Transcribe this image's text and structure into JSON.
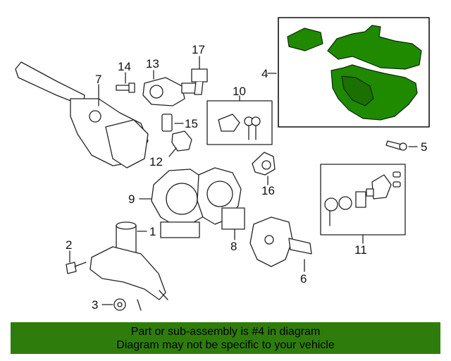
{
  "diagram": {
    "highlight_color": "#1f8a00",
    "banner_color": "#2e7d0c",
    "callouts": [
      {
        "id": "1",
        "label": "1"
      },
      {
        "id": "2",
        "label": "2"
      },
      {
        "id": "3",
        "label": "3"
      },
      {
        "id": "4",
        "label": "4"
      },
      {
        "id": "5",
        "label": "5"
      },
      {
        "id": "6",
        "label": "6"
      },
      {
        "id": "7",
        "label": "7"
      },
      {
        "id": "8",
        "label": "8"
      },
      {
        "id": "9",
        "label": "9"
      },
      {
        "id": "10",
        "label": "10"
      },
      {
        "id": "11",
        "label": "11"
      },
      {
        "id": "12",
        "label": "12"
      },
      {
        "id": "13",
        "label": "13"
      },
      {
        "id": "14",
        "label": "14"
      },
      {
        "id": "15",
        "label": "15"
      },
      {
        "id": "16",
        "label": "16"
      },
      {
        "id": "17",
        "label": "17"
      }
    ]
  },
  "banner": {
    "line1": "Part or sub-assembly is #4 in diagram",
    "line2": "Diagram may not be specific to your vehicle"
  }
}
